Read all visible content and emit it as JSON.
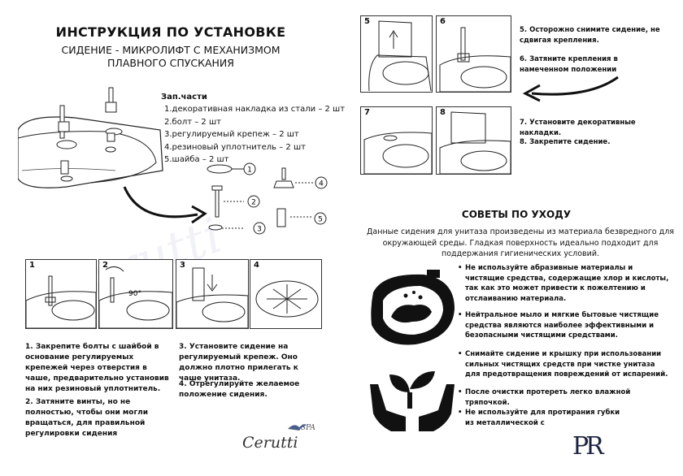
{
  "title": "ИНСТРУКЦИЯ ПО УСТАНОВКЕ",
  "subtitle_line1": "СИДЕНИЕ - МИКРОЛИФТ С МЕХАНИЗМОМ",
  "subtitle_line2": "ПЛАВНОГО СПУСКАНИЯ",
  "parts": {
    "heading": "Зап.части",
    "items": [
      "1.декоративная накладка из стали – 2 шт",
      "2.болт – 2 шт",
      "3.регулируемый крепеж – 2 шт",
      "4.резиновый уплотнитель – 2 шт",
      "5.шайба – 2 шт"
    ],
    "callouts": [
      "1",
      "2",
      "3",
      "4",
      "5"
    ]
  },
  "left_panels": [
    "1",
    "2",
    "3",
    "4"
  ],
  "angle_label": "90°",
  "left_steps": [
    "1.   Закрепите болты с шайбой в основание регулируемых крепежей через отверстия в чаше, предварительно установив на них резиновый уплотнитель.",
    "2.   Затяните винты, но не полностью, чтобы они могли вращаться, для правильной регулировки сидения",
    "3. Установите сидение на регулируемый крепеж. Оно должно плотно прилегать к чаше унитаза.",
    "4. Отрегулируйте желаемое положение сидения."
  ],
  "brand": "Cerutti",
  "brand_mark": "SPA",
  "right_panels": [
    "5",
    "6",
    "7",
    "8"
  ],
  "right_steps": [
    "5. Осторожно снимите сидение, не сдвигая крепления.",
    "6. Затяните крепления в намеченном положении",
    "7. Установите декоративные накладки.",
    "8. Закрепите сидение."
  ],
  "care": {
    "title": "СОВЕТЫ ПО УХОДУ",
    "intro": "Данные сидения для унитаза произведены из материала безвредного для окружающей среды. Гладкая поверхность идеально подходит для поддержания гигиенических условий.",
    "tips": [
      "Не используйте абразивные материалы и чистящие средства, содержащие хлор и кислоты, так как это может привести к пожелтению и отслаиванию материала.",
      "Нейтральное мыло и мягкие бытовые чистящие средства являются наиболее эффективными и безопасными чистящими средствами.",
      "Снимайте сидение и крышку при использовании сильных чистящих средств при чистке унитаза для предотвращения повреждений от испарений.",
      "После очистки протереть легко влажной тряпочкой.",
      "Не используйте для протирания губки из металлической с"
    ]
  },
  "logo_text": "PR"
}
